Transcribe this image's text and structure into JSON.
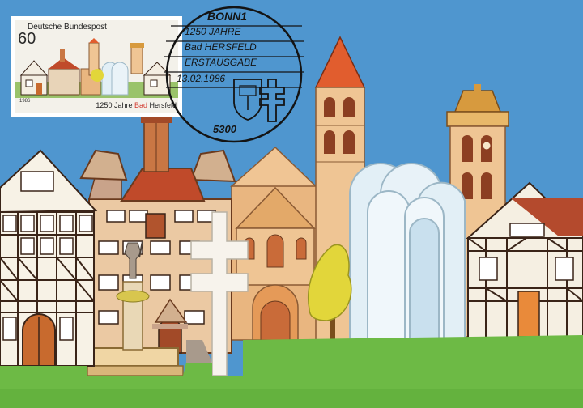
{
  "stamp": {
    "country": "Deutsche Bundespost",
    "value": "60",
    "year": "1986",
    "caption_prefix": "1250 Jahre ",
    "caption_accent": "Bad",
    "caption_suffix": " Hersfeld"
  },
  "postmark": {
    "city": "BONN1",
    "line1": "1250 JAHRE",
    "line2": "Bad HERSFELD",
    "line3": "ERSTAUSGABE",
    "date": "13.02.1986",
    "postal_code": "5300"
  },
  "colors": {
    "sky": "#4f96cf",
    "grass": "#6dba45",
    "timber": "#b44a2d",
    "tower": "#ecc198",
    "roof": "#e06b35",
    "glass": "#dfeef6"
  }
}
